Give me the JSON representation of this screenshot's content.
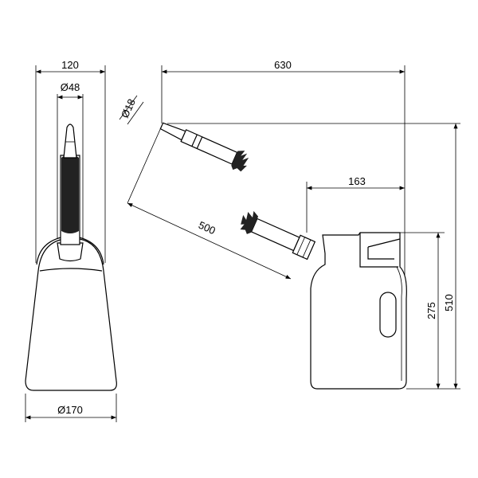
{
  "dimensions": {
    "front_width": "120",
    "spout_diameter": "Ø48",
    "base_diameter": "Ø170",
    "total_length": "630",
    "nozzle_diameter": "Ø18",
    "spout_length": "500",
    "cap_offset": "163",
    "body_height": "275",
    "total_height": "510"
  }
}
